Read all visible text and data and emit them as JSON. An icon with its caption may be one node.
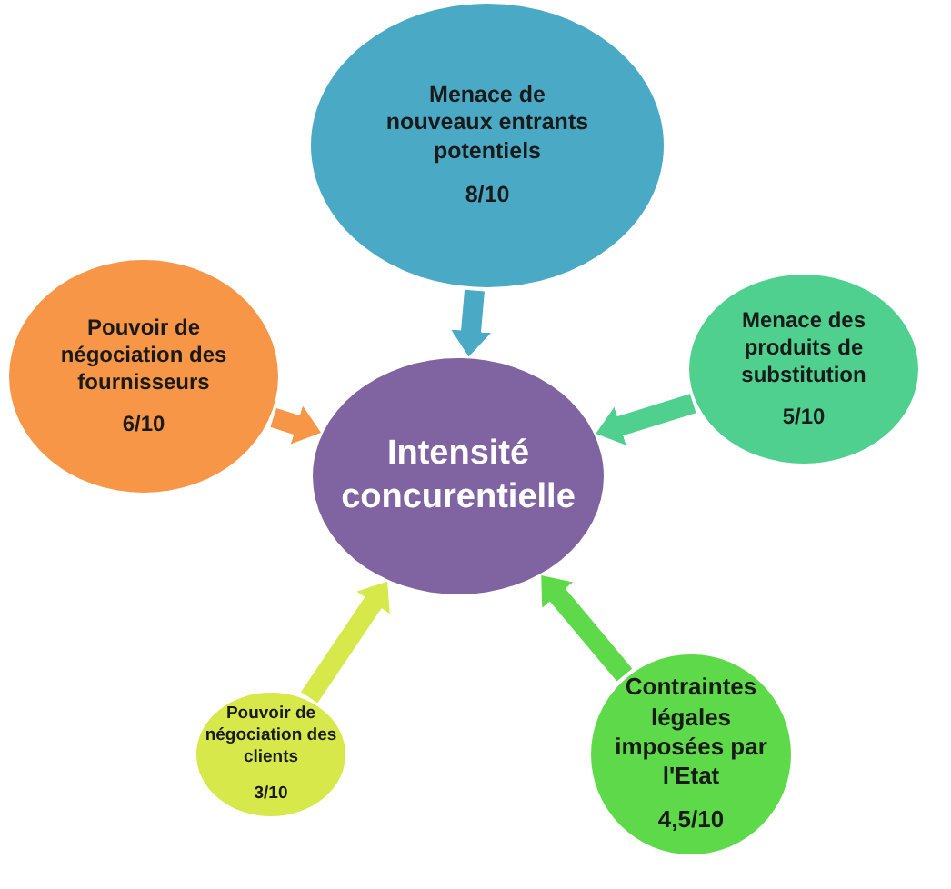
{
  "diagram": {
    "nodes": [
      {
        "text": [
          "Menace de nouveaux entrants potentiels",
          "8/10"
        ]
      },
      {
        "text": [
          "Pouvoir de négociation des fournisseurs",
          "6/10"
        ]
      },
      {
        "text": [
          "Intensité concurentielle"
        ]
      },
      {
        "text": [
          "Menace des produits de substitution",
          "5/10"
        ]
      },
      {
        "text": [
          "Pouvoir de négociation des clients",
          "3/10"
        ]
      },
      {
        "text": [
          "Contraintes légales imposées par l'Etat",
          "4,5/10"
        ]
      }
    ],
    "edges": [
      {
        "from": 0,
        "to": 2,
        "arrow": "to",
        "color": "#4aaac6"
      },
      {
        "from": 1,
        "to": 2,
        "arrow": "to",
        "color": "#f79646"
      },
      {
        "from": 3,
        "to": 2,
        "arrow": "to",
        "color": "#4fd08e"
      },
      {
        "from": 4,
        "to": 2,
        "arrow": "to",
        "color": "#d6e84a"
      },
      {
        "from": 5,
        "to": 2,
        "arrow": "to",
        "color": "#5ed94a"
      }
    ]
  }
}
